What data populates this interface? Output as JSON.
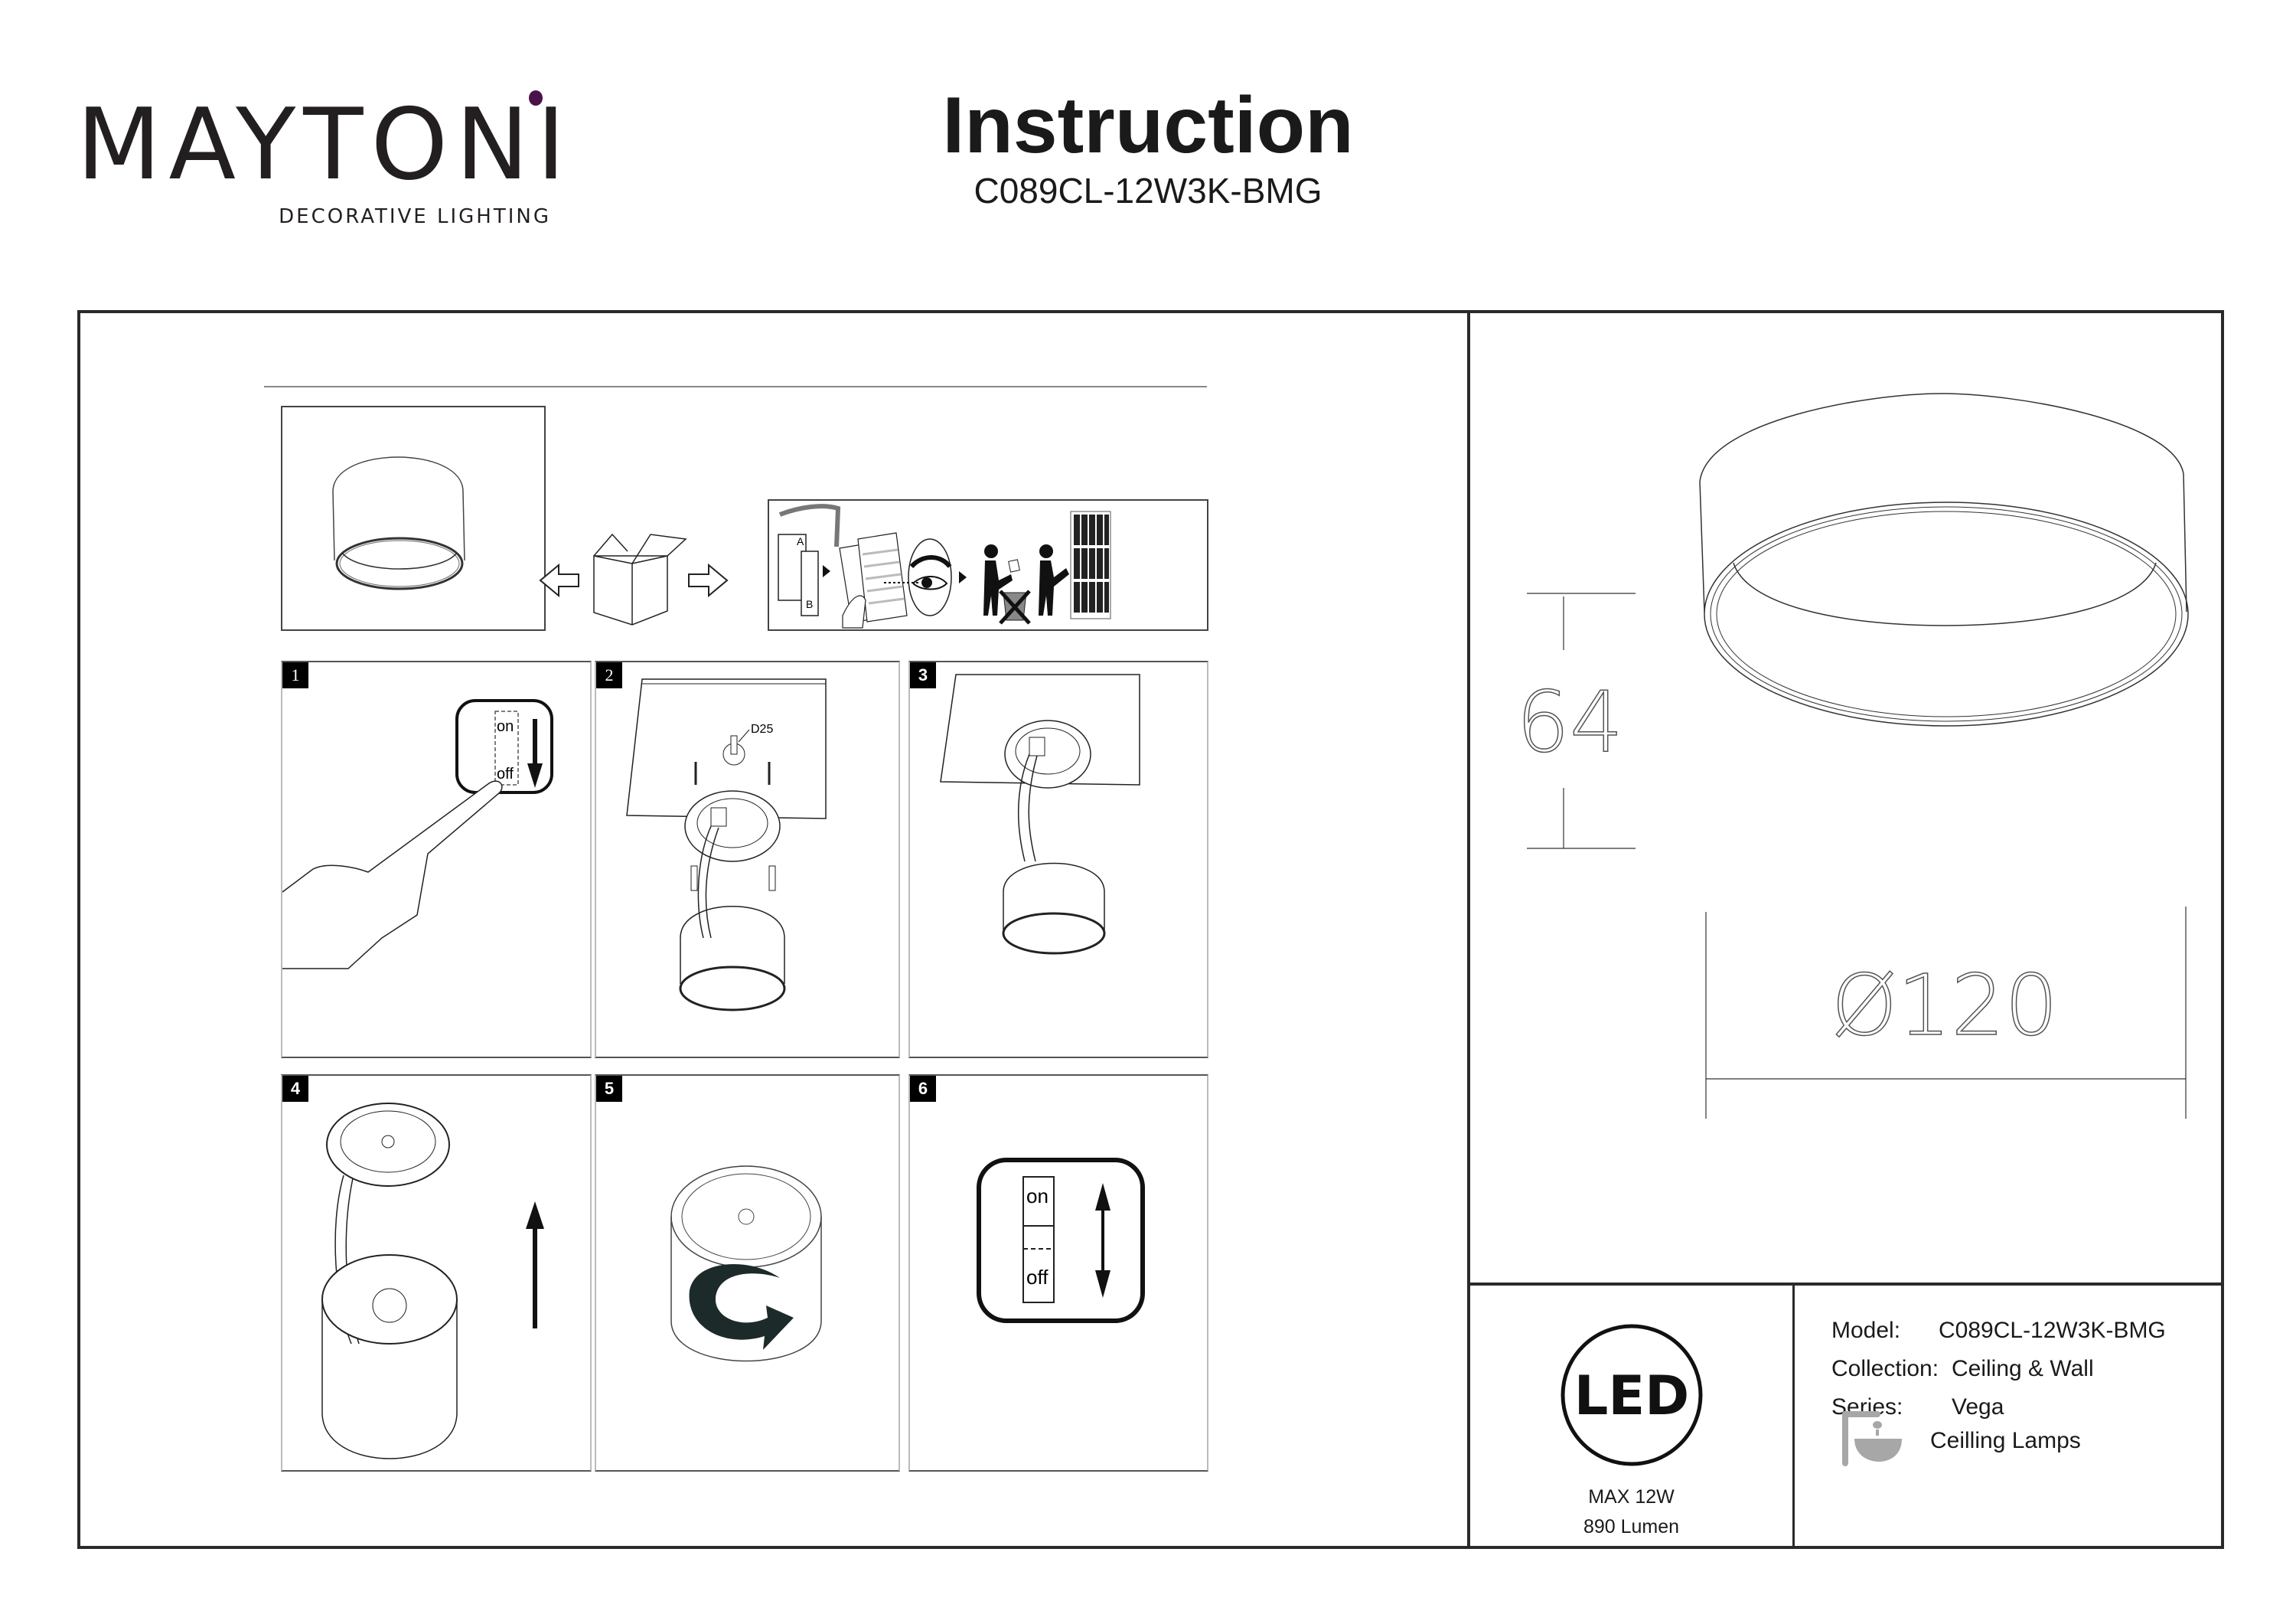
{
  "header": {
    "logo_text": "MAYTONI",
    "logo_tagline": "DECORATIVE LIGHTING",
    "title": "Instruction",
    "model": "C089CL-12W3K-BMG"
  },
  "colors": {
    "brand_accent": "#4a1248",
    "ink": "#1a1a1a",
    "icon_gray": "#a7a7a7"
  },
  "unpacking": {
    "label_A": "A",
    "label_B": "B"
  },
  "steps": [
    {
      "number": "1",
      "switch_on": "on",
      "switch_off": "off",
      "arrow": "down"
    },
    {
      "number": "2",
      "callout": "D25"
    },
    {
      "number": "3"
    },
    {
      "number": "4",
      "arrow": "up"
    },
    {
      "number": "5"
    },
    {
      "number": "6",
      "switch_on": "on",
      "switch_off": "off",
      "arrow": "up-down"
    }
  ],
  "dimensions": {
    "height": "64",
    "diameter": "Ø120"
  },
  "spec_badge": {
    "led_label": "LED",
    "power": "MAX 12W",
    "lumen": "890 Lumen"
  },
  "product_info": {
    "model_label": "Model:",
    "model_value": "C089CL-12W3K-BMG",
    "collection_label": "Collection:",
    "collection_value": "Ceiling & Wall",
    "series_label": "Series:",
    "series_value": "Vega",
    "category_value": "Ceilling Lamps",
    "category_icon": "ceiling-lamp-icon"
  }
}
